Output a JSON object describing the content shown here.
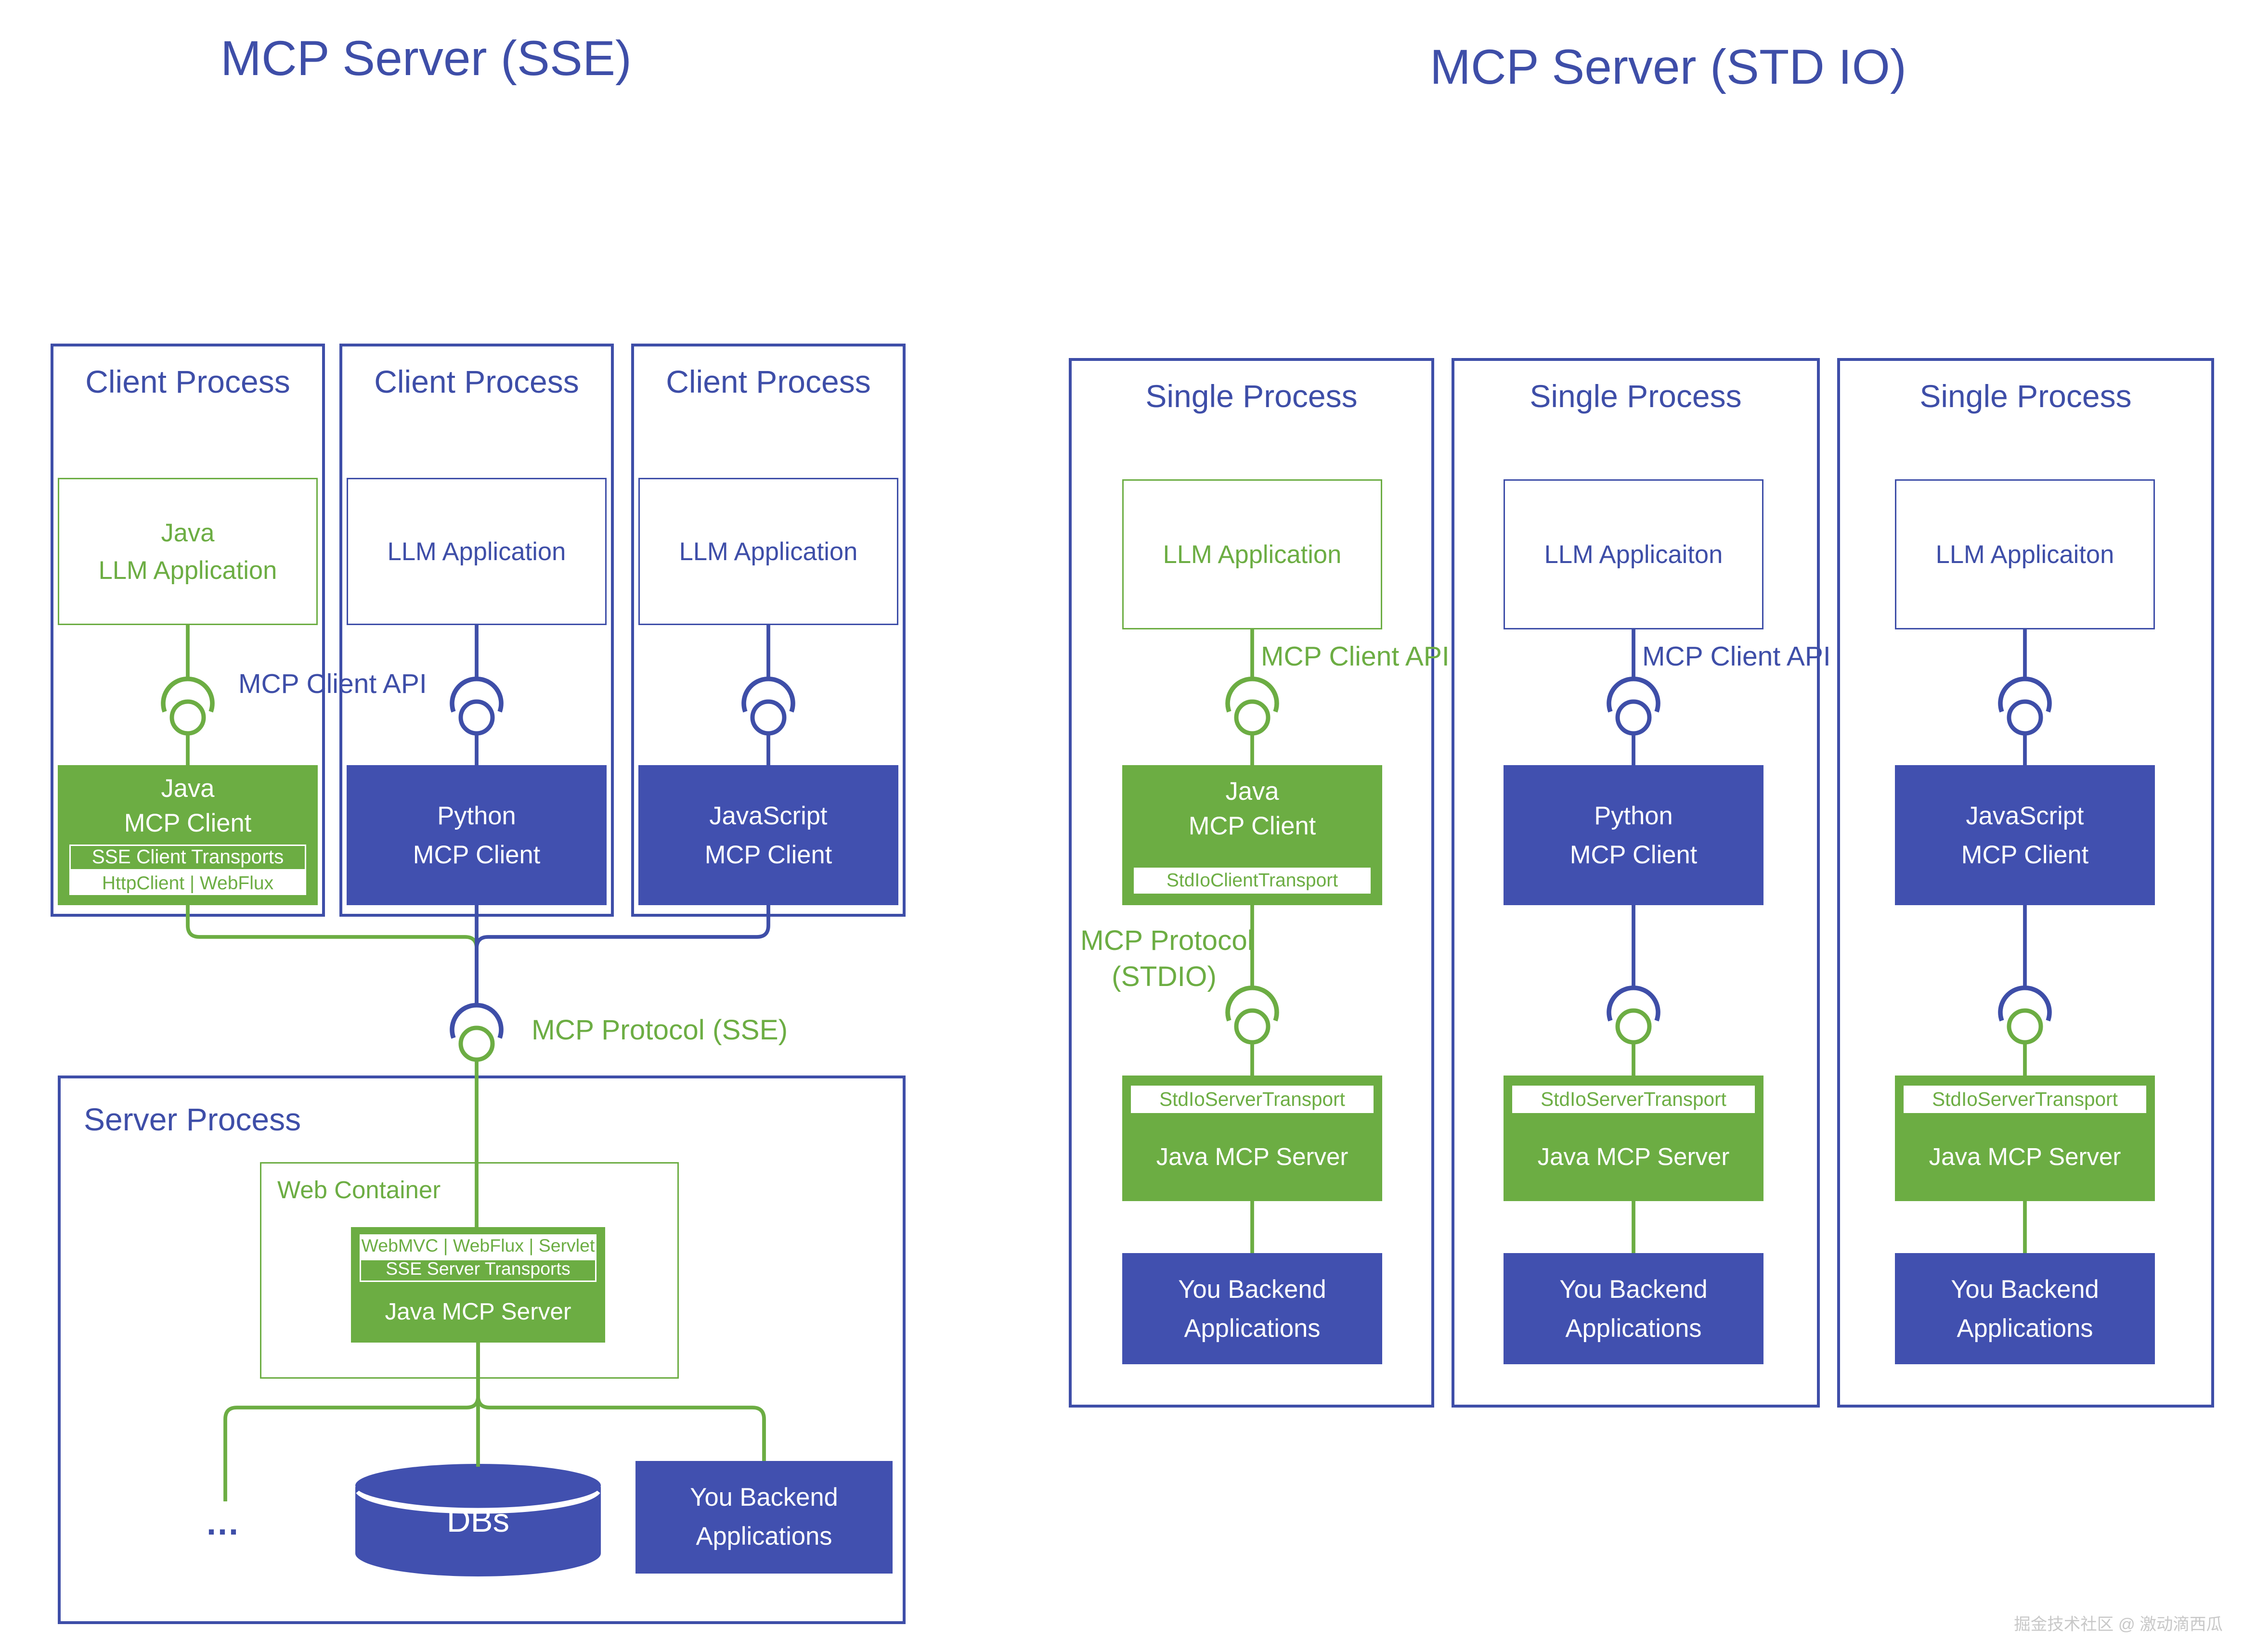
{
  "colors": {
    "blue_border_text": "#3E4EA8",
    "blue_box_fill": "#4150AF",
    "green": "#6CAD43",
    "box_text_white": "#FFFFFF",
    "watermark_gray": "#C8C8C8"
  },
  "sse": {
    "title": "MCP Server (SSE)",
    "api_label": "MCP Client API",
    "protocol_label": "MCP Protocol (SSE)",
    "cp1": {
      "title": "Client Process",
      "app1": "Java",
      "app2": "LLM Application",
      "client1": "Java",
      "client2": "MCP Client",
      "transport": "SSE Client Transports",
      "impl": "HttpClient | WebFlux"
    },
    "cp2": {
      "title": "Client Process",
      "app": "LLM Application",
      "client1": "Python",
      "client2": "MCP Client"
    },
    "cp3": {
      "title": "Client Process",
      "app": "LLM Application",
      "client1": "JavaScript",
      "client2": "MCP Client"
    },
    "server": {
      "title": "Server Process",
      "web_container": "Web Container",
      "frameworks": "WebMVC | WebFlux | Servlet",
      "transport": "SSE Server Transports",
      "name": "Java MCP Server",
      "ellipsis": "...",
      "dbs": "DBs",
      "backend1": "You Backend",
      "backend2": "Applications"
    }
  },
  "stdio": {
    "title": "MCP Server (STD IO)",
    "p1": {
      "title": "Single Process",
      "app": "LLM Application",
      "api_label": "MCP Client API",
      "client1": "Java",
      "client2": "MCP Client",
      "client_transport": "StdIoClientTransport",
      "protocol1": "MCP Protocol",
      "protocol2": "(STDIO)",
      "server_transport": "StdIoServerTransport",
      "server_name": "Java MCP Server",
      "backend1": "You Backend",
      "backend2": "Applications"
    },
    "p2": {
      "title": "Single Process",
      "app": "LLM Applicaiton",
      "api_label": "MCP Client API",
      "client1": "Python",
      "client2": "MCP Client",
      "server_transport": "StdIoServerTransport",
      "server_name": "Java MCP Server",
      "backend1": "You Backend",
      "backend2": "Applications"
    },
    "p3": {
      "title": "Single Process",
      "app": "LLM Applicaiton",
      "client1": "JavaScript",
      "client2": "MCP Client",
      "server_transport": "StdIoServerTransport",
      "server_name": "Java MCP Server",
      "backend1": "You Backend",
      "backend2": "Applications"
    }
  },
  "watermark": "掘金技术社区 @ 激动滴西瓜"
}
